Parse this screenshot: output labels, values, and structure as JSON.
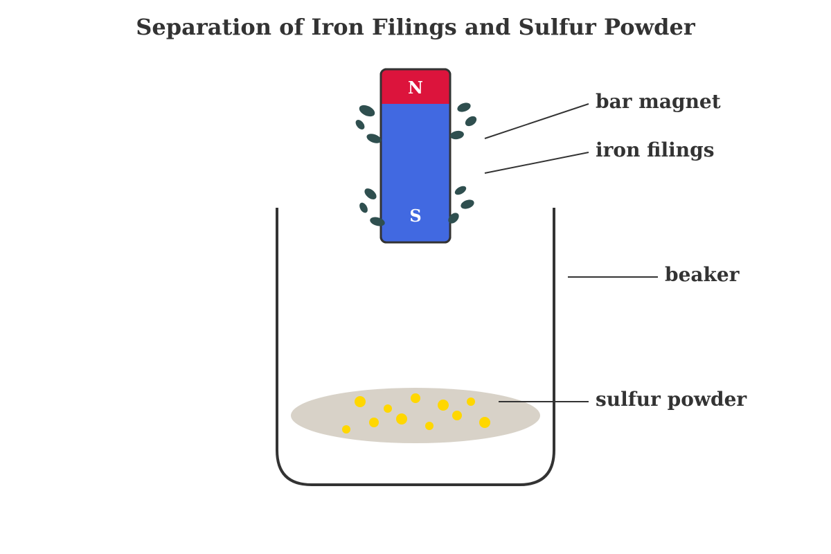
{
  "diagram": {
    "title": "Separation of Iron Filings and Sulfur Powder",
    "magnet": {
      "north_label": "N",
      "south_label": "S",
      "north_color": "#DC143C",
      "south_color": "#4169E1",
      "outline_color": "#333333"
    },
    "labels": {
      "bar_magnet": "bar magnet",
      "iron_filings": "iron filings",
      "beaker": "beaker",
      "sulfur_powder": "sulfur powder"
    },
    "colors": {
      "text": "#333333",
      "iron_filings": "#2F4F4F",
      "sulfur_particles": "#FFD700",
      "powder_pile": "#D8D2C8",
      "beaker_outline": "#333333"
    }
  }
}
